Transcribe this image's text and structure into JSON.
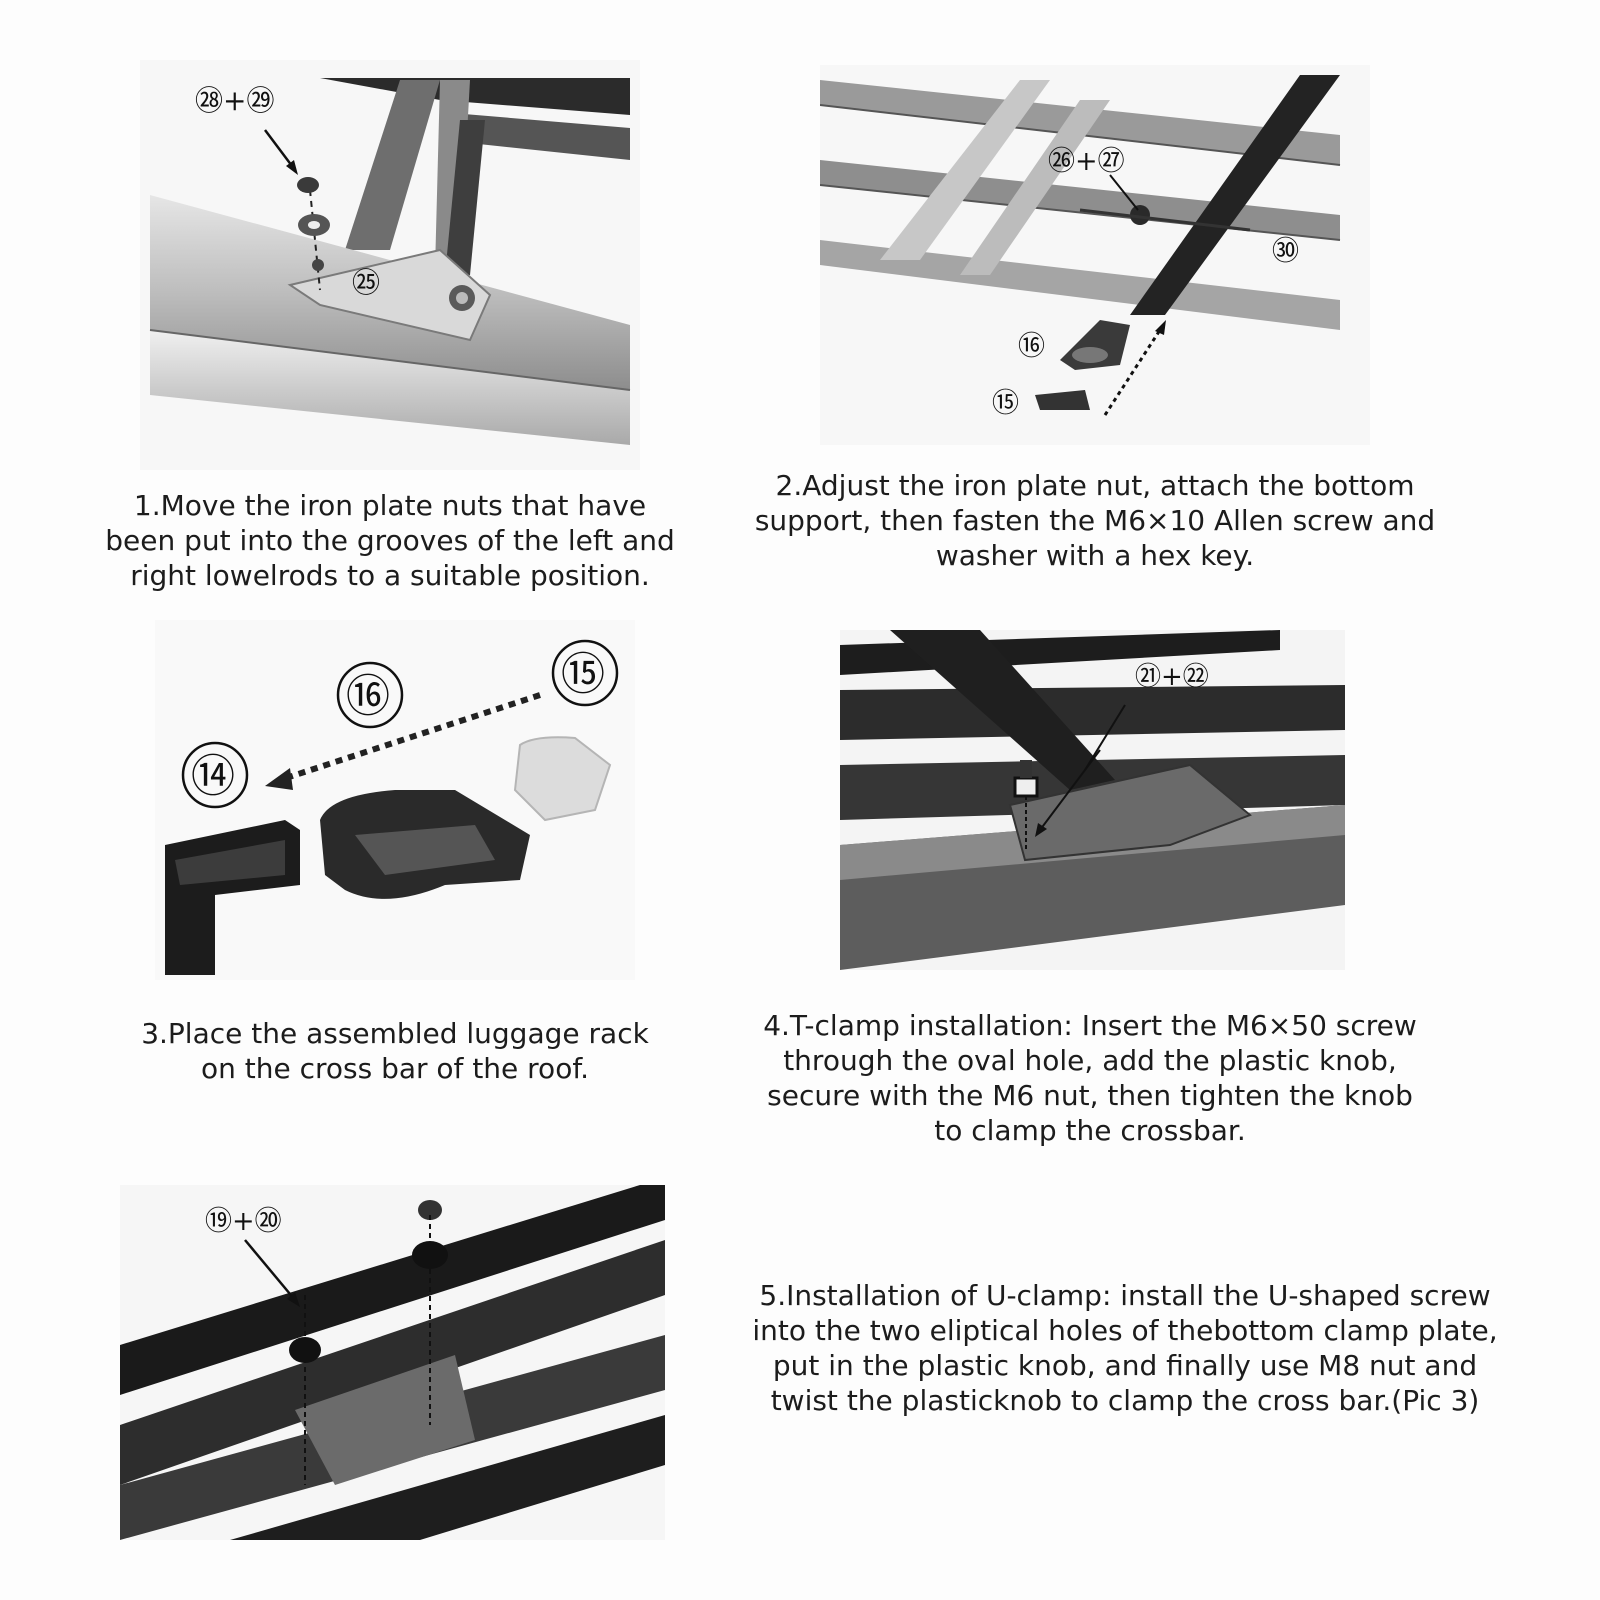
{
  "steps": [
    {
      "text": "1.Move the iron plate nuts that have been put into the grooves of the left and right lowelrods to a suitable position.",
      "callouts": [
        "㉘+㉙",
        "㉕"
      ]
    },
    {
      "text": "2.Adjust the iron plate nut, attach the bottom support, then fasten the M6×10 Allen screw and washer with a hex key.",
      "callouts": [
        "㉖+㉗",
        "㉚",
        "⑯",
        "⑮"
      ]
    },
    {
      "text": "3.Place the assembled luggage rack on the cross bar of the roof.",
      "callouts": [
        "⑯",
        "⑮",
        "⑭"
      ]
    },
    {
      "text": "4.T-clamp installation: Insert the M6×50 screw through the oval hole, add the plastic knob, secure with the M6 nut, then tighten the knob to clamp the crossbar.",
      "callouts": [
        "㉑+㉒"
      ]
    },
    {
      "text": "5.Installation of U-clamp: install the U-shaped screw into the two eliptical holes of thebottom clamp plate, put in the plastic knob, and finally use M8 nut and twist the plasticknob to clamp the cross bar.(Pic 3)",
      "callouts": [
        "⑲+⑳"
      ]
    }
  ]
}
